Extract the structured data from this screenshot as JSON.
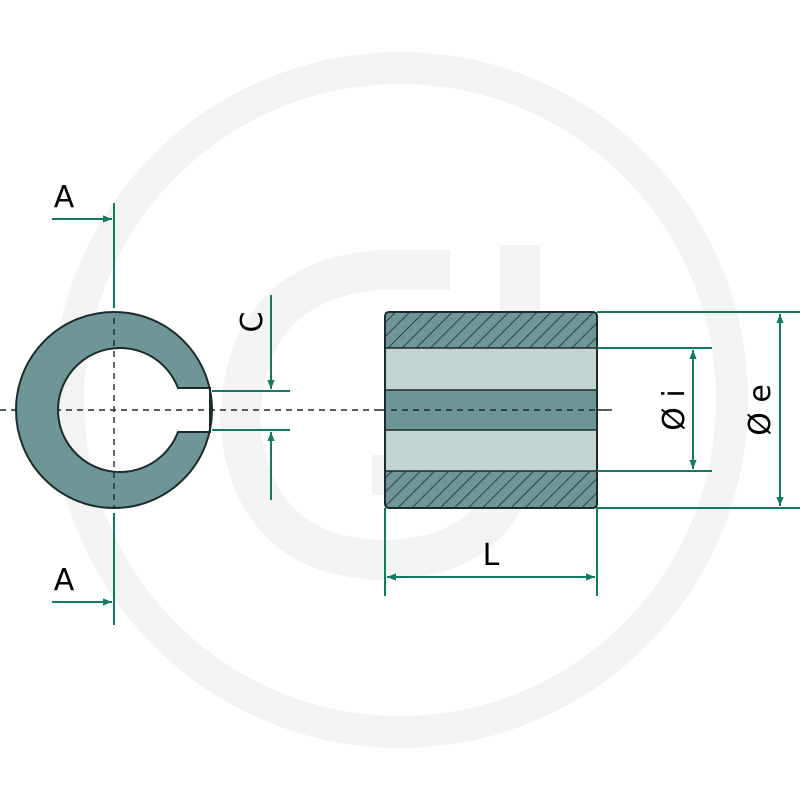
{
  "labels": {
    "section_top": "A",
    "section_bottom": "A",
    "keyway": "C",
    "inner_diameter": "Ø i",
    "outer_diameter": "Ø e",
    "length": "L"
  },
  "colors": {
    "part_fill": "#6f9696",
    "bore_fill": "#c2d5d3",
    "outline": "#1c2b2b",
    "dimension": "#137a62",
    "watermark": "#f2f2f2"
  },
  "watermark": "logo"
}
